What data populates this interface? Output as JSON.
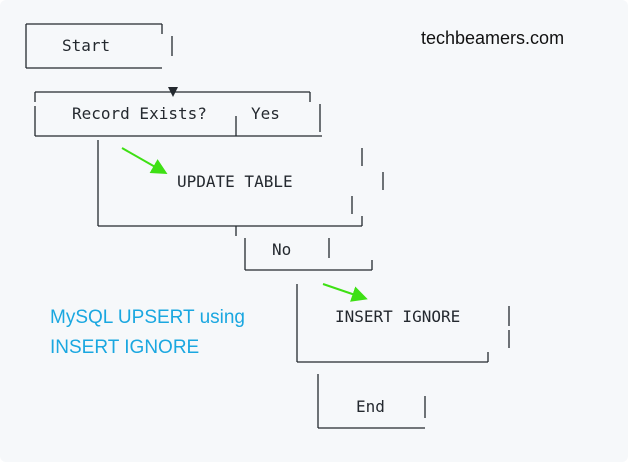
{
  "site": {
    "name": "techbeamers.com"
  },
  "caption": {
    "line1": "MySQL UPSERT using",
    "line2": "INSERT IGNORE"
  },
  "flow": {
    "start": "Start",
    "decision": "Record Exists?",
    "yes": "Yes",
    "update": "UPDATE TABLE",
    "no": "No",
    "insert": "INSERT IGNORE",
    "end": "End"
  },
  "colors": {
    "background": "#f6f8fa",
    "line": "#24292f",
    "pointer": "#3ee014",
    "caption": "#1aa7e0"
  }
}
